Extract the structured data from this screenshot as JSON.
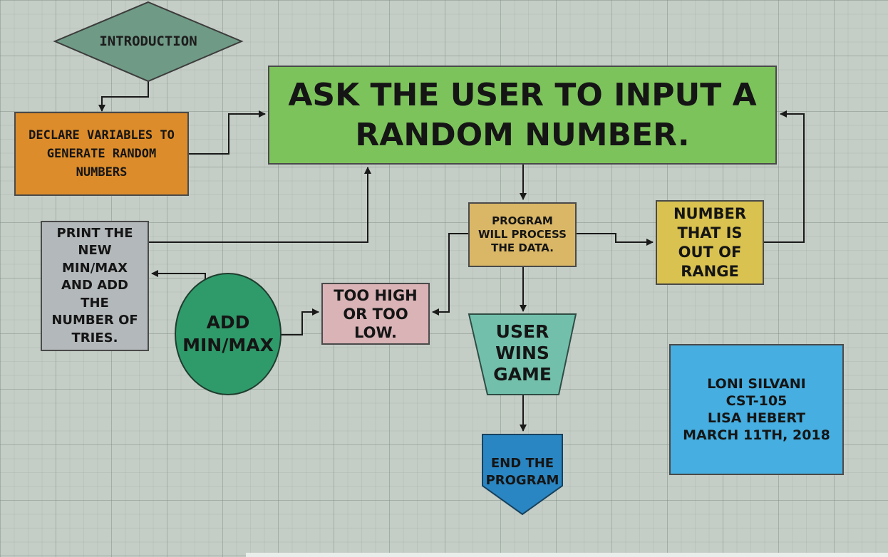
{
  "diagram": {
    "nodes": {
      "introduction": "INTRODUCTION",
      "declare": "DECLARE VARIABLES TO GENERATE RANDOM NUMBERS",
      "ask": "ASK THE USER TO INPUT A RANDOM NUMBER.",
      "process": "PROGRAM WILL PROCESS THE DATA.",
      "out_of_range": "NUMBER THAT IS OUT OF RANGE",
      "too_high_low": "TOO HIGH OR TOO LOW.",
      "add_minmax": "ADD MIN/MAX",
      "print_minmax": "PRINT THE NEW MIN/MAX AND ADD THE NUMBER OF TRIES.",
      "user_wins": "USER WINS GAME",
      "end_program": "END THE PROGRAM"
    },
    "credits": {
      "name": "LONI SILVANI",
      "course": "CST-105",
      "instructor": "LISA HEBERT",
      "date": "MARCH 11TH, 2018"
    },
    "colors": {
      "introduction": "#6f9a86",
      "declare": "#dc8c2a",
      "ask": "#7dc35c",
      "process": "#d9b766",
      "out_of_range": "#d9c24f",
      "too_high_low": "#d9b3b6",
      "add_minmax": "#2f9a6a",
      "print_minmax": "#b3b8ba",
      "user_wins": "#72c0ab",
      "end_program": "#2a86c2",
      "credits": "#46aee0",
      "connector": "#1a1a1a"
    }
  }
}
